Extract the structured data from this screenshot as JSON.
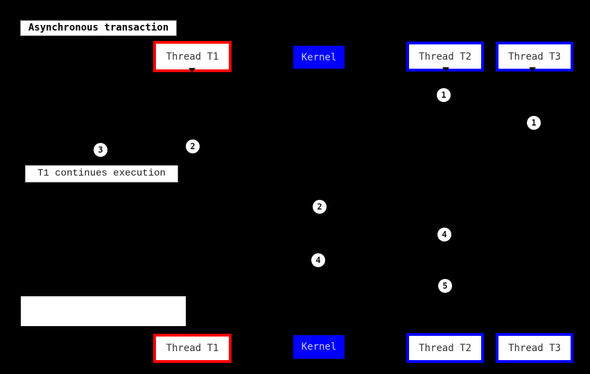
{
  "diagram": {
    "title": "Asynchronous transaction",
    "participants": {
      "t1": {
        "label": "Thread T1"
      },
      "kernel": {
        "label": "Kernel"
      },
      "t2": {
        "label": "Thread T2"
      },
      "t3": {
        "label": "Thread T3"
      }
    },
    "note": {
      "text": "T1 continues execution"
    },
    "markers": {
      "t2_1": "1",
      "t3_1": "1",
      "t1_2": "2",
      "t1_3": "3",
      "kernel_2": "2",
      "t2_4": "4",
      "kernel_4": "4",
      "t2_5": "5"
    },
    "colors": {
      "background": "#000000",
      "t1_border": "#ff0000",
      "t2_border": "#0000ff",
      "t3_border": "#0000ff",
      "kernel_fill": "#0000ff",
      "kernel_text": "#ccccff",
      "participant_text": "#333333",
      "title_text": "#000000",
      "note_text": "#1a1a1a",
      "badge_fill": "#ffffff",
      "badge_text": "#111111"
    }
  }
}
